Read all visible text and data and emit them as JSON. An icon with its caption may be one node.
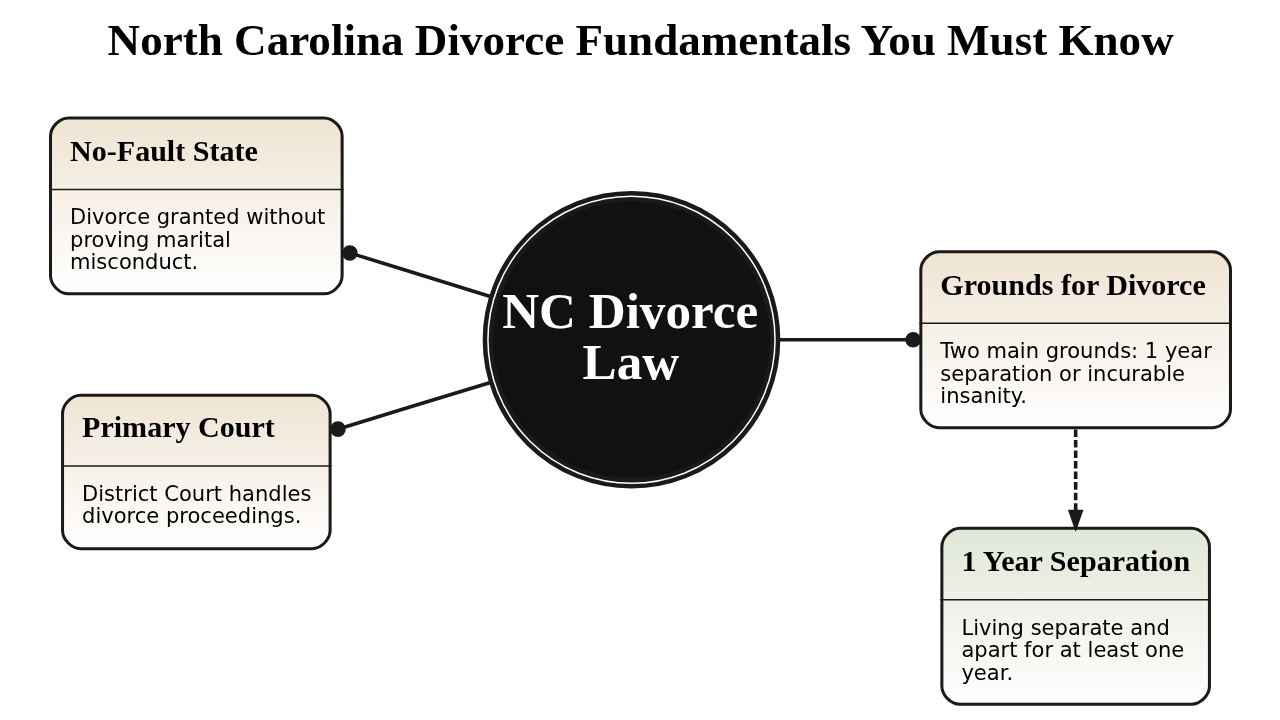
{
  "diagram": {
    "title": "North Carolina Divorce Fundamentals You Must Know",
    "nodes": [
      {
        "text": [
          "No-Fault State",
          "Divorce granted without proving marital misconduct."
        ]
      },
      {
        "text": [
          "NC Divorce Law"
        ]
      },
      {
        "text": [
          "Grounds for Divorce",
          "Two main grounds: 1 year separation or incurable insanity."
        ]
      },
      {
        "text": [
          "Primary Court",
          "District Court handles divorce proceedings."
        ]
      },
      {
        "text": [
          "1 Year Separation",
          "Living separate and apart for at least one year."
        ]
      }
    ],
    "edges": [
      {
        "from": 0,
        "to": 1,
        "arrow": "other"
      },
      {
        "from": 1,
        "to": 2,
        "arrow": "other"
      },
      {
        "from": 3,
        "to": 1,
        "arrow": "other"
      },
      {
        "from": 2,
        "to": 4,
        "arrow": "to",
        "style": "dashed"
      }
    ]
  }
}
